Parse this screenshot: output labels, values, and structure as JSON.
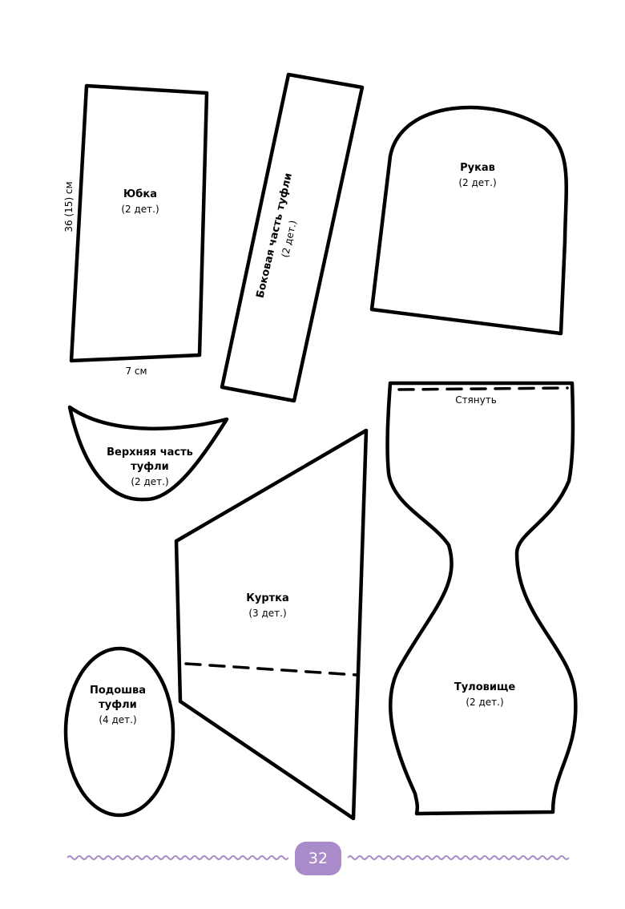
{
  "pieces": {
    "skirt": {
      "name": "Юбка",
      "count": "(2 дет.)",
      "height_dim": "36 (15) см",
      "width_dim": "7 см"
    },
    "shoe_side": {
      "name": "Боковая часть туфли",
      "count": "(2 дет.)"
    },
    "sleeve": {
      "name": "Рукав",
      "count": "(2 дет.)"
    },
    "shoe_top": {
      "name_line1": "Верхняя часть",
      "name_line2": "туфли",
      "count": "(2 дет.)"
    },
    "jacket": {
      "name": "Куртка",
      "count": "(3 дет.)"
    },
    "sole": {
      "name_line1": "Подошва",
      "name_line2": "туфли",
      "count": "(4 дет.)"
    },
    "body": {
      "name": "Туловище",
      "count": "(2 дет.)",
      "gather_note": "Стянуть"
    }
  },
  "footer": {
    "page_number": "32"
  },
  "colors": {
    "accent": "#a88bc8",
    "outline": "#000000"
  }
}
